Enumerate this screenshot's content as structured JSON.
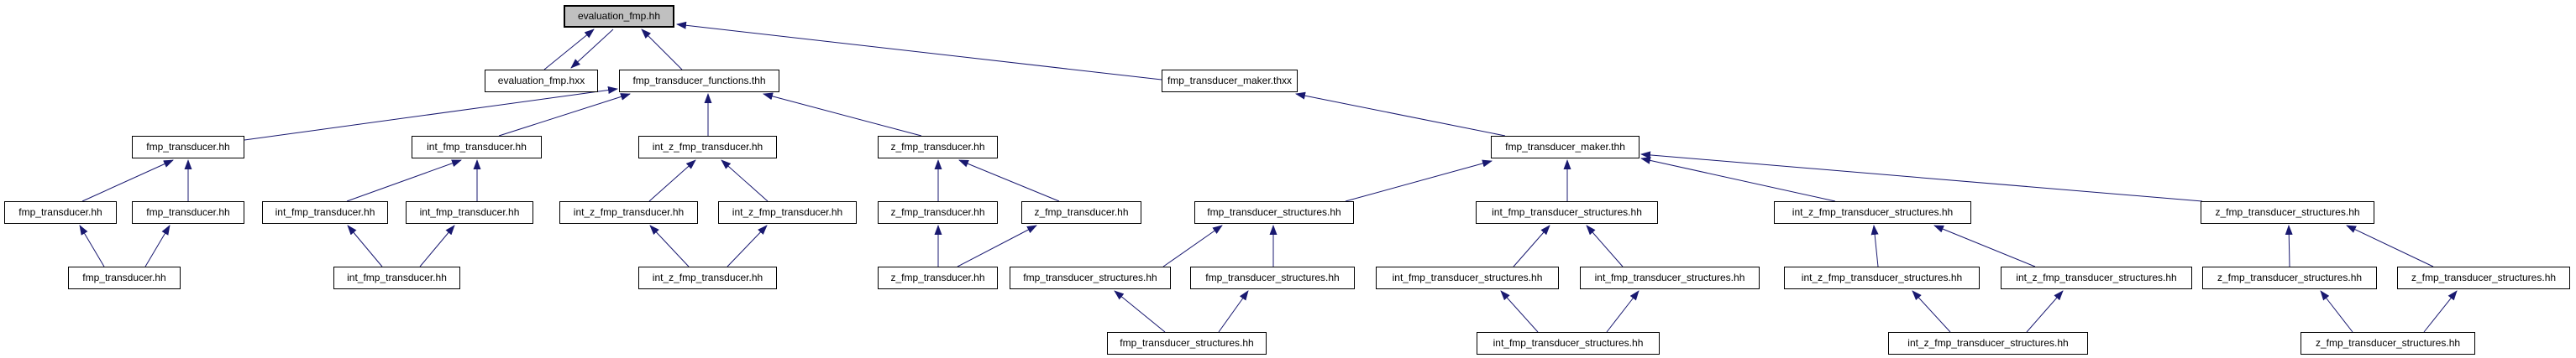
{
  "diagram": {
    "kind": "include-dependency-graph",
    "root_file": "evaluation_fmp.hh",
    "colors": {
      "edge": "#191970",
      "root_fill": "#c0c0c0",
      "node_fill": "#ffffff",
      "node_border": "#000000",
      "background": "#ffffff"
    },
    "nodes": [
      {
        "id": 0,
        "label": "evaluation_fmp.hh",
        "highlighted": true
      },
      {
        "id": 1,
        "label": "evaluation_fmp.hxx"
      },
      {
        "id": 2,
        "label": "fmp_transducer_functions.thh"
      },
      {
        "id": 3,
        "label": "fmp_transducer_maker.thxx"
      },
      {
        "id": 4,
        "label": "fmp_transducer.hh"
      },
      {
        "id": 5,
        "label": "int_fmp_transducer.hh"
      },
      {
        "id": 6,
        "label": "int_z_fmp_transducer.hh"
      },
      {
        "id": 7,
        "label": "z_fmp_transducer.hh"
      },
      {
        "id": 8,
        "label": "fmp_transducer_maker.thh"
      },
      {
        "id": 9,
        "label": "fmp_transducer.hh"
      },
      {
        "id": 10,
        "label": "fmp_transducer.hh"
      },
      {
        "id": 11,
        "label": "int_fmp_transducer.hh"
      },
      {
        "id": 12,
        "label": "int_fmp_transducer.hh"
      },
      {
        "id": 13,
        "label": "int_z_fmp_transducer.hh"
      },
      {
        "id": 14,
        "label": "int_z_fmp_transducer.hh"
      },
      {
        "id": 15,
        "label": "z_fmp_transducer.hh"
      },
      {
        "id": 16,
        "label": "z_fmp_transducer.hh"
      },
      {
        "id": 17,
        "label": "fmp_transducer_structures.hh"
      },
      {
        "id": 18,
        "label": "int_fmp_transducer_structures.hh"
      },
      {
        "id": 19,
        "label": "int_z_fmp_transducer_structures.hh"
      },
      {
        "id": 20,
        "label": "z_fmp_transducer_structures.hh"
      },
      {
        "id": 21,
        "label": "fmp_transducer.hh"
      },
      {
        "id": 22,
        "label": "int_fmp_transducer.hh"
      },
      {
        "id": 23,
        "label": "int_z_fmp_transducer.hh"
      },
      {
        "id": 24,
        "label": "z_fmp_transducer.hh"
      },
      {
        "id": 25,
        "label": "fmp_transducer_structures.hh"
      },
      {
        "id": 26,
        "label": "fmp_transducer_structures.hh"
      },
      {
        "id": 27,
        "label": "int_fmp_transducer_structures.hh"
      },
      {
        "id": 28,
        "label": "int_fmp_transducer_structures.hh"
      },
      {
        "id": 29,
        "label": "int_z_fmp_transducer_structures.hh"
      },
      {
        "id": 30,
        "label": "int_z_fmp_transducer_structures.hh"
      },
      {
        "id": 31,
        "label": "z_fmp_transducer_structures.hh"
      },
      {
        "id": 32,
        "label": "z_fmp_transducer_structures.hh"
      },
      {
        "id": 33,
        "label": "fmp_transducer_structures.hh"
      },
      {
        "id": 34,
        "label": "int_fmp_transducer_structures.hh"
      },
      {
        "id": 35,
        "label": "int_z_fmp_transducer_structures.hh"
      },
      {
        "id": 36,
        "label": "z_fmp_transducer_structures.hh"
      }
    ],
    "edges": [
      {
        "from": 1,
        "to": 0
      },
      {
        "from": 0,
        "to": 1
      },
      {
        "from": 2,
        "to": 0
      },
      {
        "from": 3,
        "to": 0
      },
      {
        "from": 4,
        "to": 2
      },
      {
        "from": 5,
        "to": 2
      },
      {
        "from": 6,
        "to": 2
      },
      {
        "from": 7,
        "to": 2
      },
      {
        "from": 8,
        "to": 3
      },
      {
        "from": 9,
        "to": 4
      },
      {
        "from": 10,
        "to": 4
      },
      {
        "from": 11,
        "to": 5
      },
      {
        "from": 12,
        "to": 5
      },
      {
        "from": 13,
        "to": 6
      },
      {
        "from": 14,
        "to": 6
      },
      {
        "from": 15,
        "to": 7
      },
      {
        "from": 16,
        "to": 7
      },
      {
        "from": 17,
        "to": 8
      },
      {
        "from": 18,
        "to": 8
      },
      {
        "from": 19,
        "to": 8
      },
      {
        "from": 20,
        "to": 8
      },
      {
        "from": 21,
        "to": 9
      },
      {
        "from": 21,
        "to": 10
      },
      {
        "from": 22,
        "to": 11
      },
      {
        "from": 22,
        "to": 12
      },
      {
        "from": 23,
        "to": 13
      },
      {
        "from": 23,
        "to": 14
      },
      {
        "from": 24,
        "to": 15
      },
      {
        "from": 24,
        "to": 16
      },
      {
        "from": 25,
        "to": 17
      },
      {
        "from": 26,
        "to": 17
      },
      {
        "from": 27,
        "to": 18
      },
      {
        "from": 28,
        "to": 18
      },
      {
        "from": 29,
        "to": 19
      },
      {
        "from": 30,
        "to": 19
      },
      {
        "from": 31,
        "to": 20
      },
      {
        "from": 32,
        "to": 20
      },
      {
        "from": 33,
        "to": 25
      },
      {
        "from": 33,
        "to": 26
      },
      {
        "from": 34,
        "to": 27
      },
      {
        "from": 34,
        "to": 28
      },
      {
        "from": 35,
        "to": 29
      },
      {
        "from": 35,
        "to": 30
      },
      {
        "from": 36,
        "to": 31
      },
      {
        "from": 36,
        "to": 32
      }
    ]
  }
}
